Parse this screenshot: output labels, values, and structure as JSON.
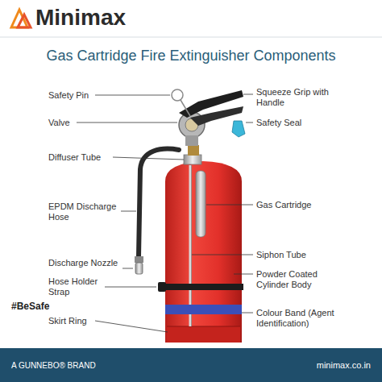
{
  "diagram": {
    "title": "Gas Cartridge Fire Extinguisher Components",
    "nodes": [
      {
        "text": [
          "A GUNNEBO® BRAND",
          "minimax.co.in"
        ]
      }
    ],
    "labels": [
      "Minimax",
      "Safety Pin",
      "Valve",
      "Diffuser Tube",
      "EPDM Discharge Hose",
      "Discharge Nozzle",
      "Hose Holder Strap",
      "Skirt Ring",
      "Squeeze Grip with Handle",
      "Safety Seal",
      "Gas Cartridge",
      "Siphon Tube",
      "Powder Coated Cylinder Body",
      "Colour Band (Agent Identification)",
      "#BeSafe"
    ]
  }
}
